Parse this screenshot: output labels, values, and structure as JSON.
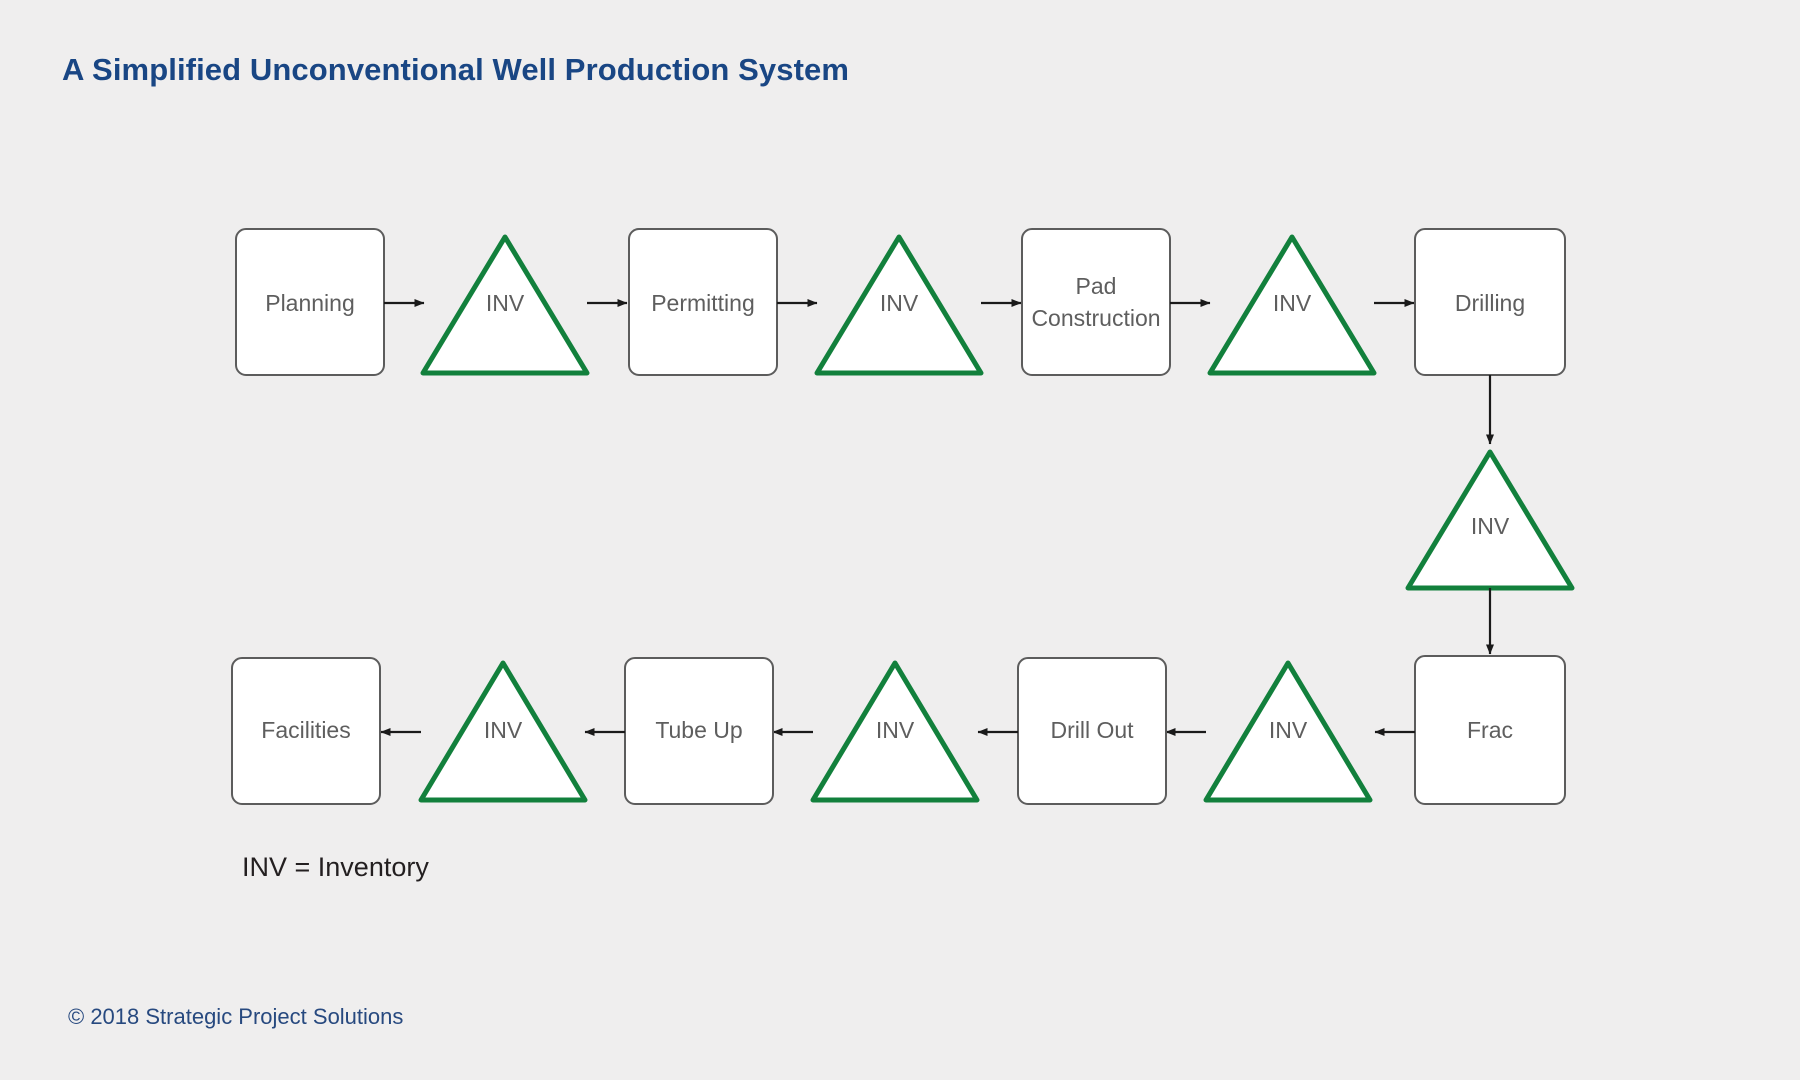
{
  "page": {
    "title": "A Simplified Unconventional Well Production System",
    "background_color": "#efeeee",
    "title_color": "#194684"
  },
  "legend": {
    "text": "INV = Inventory",
    "color": "#231f20"
  },
  "footer": {
    "text": "© 2018 Strategic Project Solutions",
    "color": "#27497f"
  },
  "style": {
    "process_fill": "#ffffff",
    "process_stroke": "#5c5c5c",
    "inventory_stroke": "#12803c",
    "inventory_fill": "#ffffff",
    "label_color": "#5e5e5e",
    "arrow_color": "#1a1a1a"
  },
  "diagram": {
    "type": "process-flow",
    "inventory_label": "INV",
    "row1": {
      "direction": "left-to-right",
      "nodes": [
        {
          "kind": "process",
          "label": "Planning"
        },
        {
          "kind": "inventory",
          "label": "INV"
        },
        {
          "kind": "process",
          "label": "Permitting"
        },
        {
          "kind": "inventory",
          "label": "INV"
        },
        {
          "kind": "process",
          "label": "Pad\nConstruction",
          "line1": "Pad",
          "line2": "Construction"
        },
        {
          "kind": "inventory",
          "label": "INV"
        },
        {
          "kind": "process",
          "label": "Drilling"
        }
      ]
    },
    "connector": {
      "direction": "top-to-bottom",
      "nodes": [
        {
          "kind": "process",
          "label": "Drilling"
        },
        {
          "kind": "inventory",
          "label": "INV"
        },
        {
          "kind": "process",
          "label": "Frac"
        }
      ]
    },
    "row2": {
      "direction": "right-to-left",
      "nodes": [
        {
          "kind": "process",
          "label": "Frac"
        },
        {
          "kind": "inventory",
          "label": "INV"
        },
        {
          "kind": "process",
          "label": "Drill Out"
        },
        {
          "kind": "inventory",
          "label": "INV"
        },
        {
          "kind": "process",
          "label": "Tube Up"
        },
        {
          "kind": "inventory",
          "label": "INV"
        },
        {
          "kind": "process",
          "label": "Facilities"
        }
      ]
    },
    "sequence": [
      "Planning",
      "INV",
      "Permitting",
      "INV",
      "Pad Construction",
      "INV",
      "Drilling",
      "INV",
      "Frac",
      "INV",
      "Drill Out",
      "INV",
      "Tube Up",
      "INV",
      "Facilities"
    ]
  }
}
